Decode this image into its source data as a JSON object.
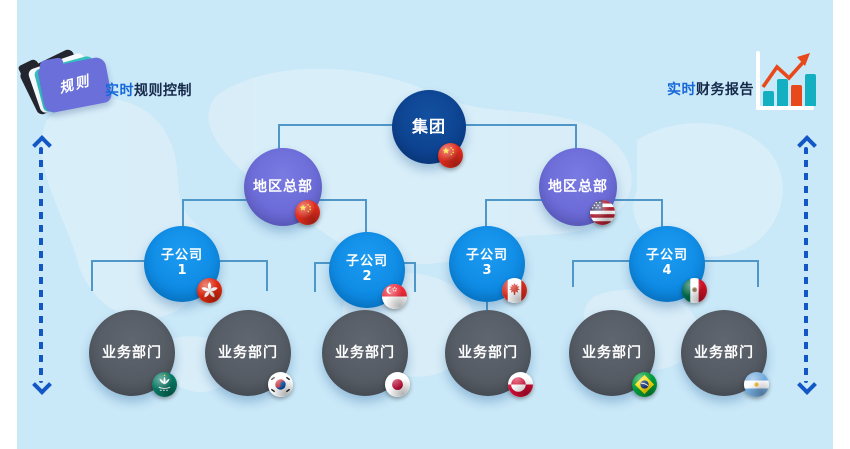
{
  "header": {
    "rules": {
      "folder_label": "规则",
      "highlight": "实时",
      "rest": "规则控制"
    },
    "report": {
      "highlight": "实时",
      "rest": "财务报告"
    }
  },
  "org": {
    "root": {
      "label": "集团",
      "flag": "china"
    },
    "regional_hqs": [
      {
        "label": "地区总部",
        "flag": "china"
      },
      {
        "label": "地区总部",
        "flag": "usa"
      }
    ],
    "subsidiaries": [
      {
        "label": "子公司",
        "num": "1",
        "flag": "hongkong"
      },
      {
        "label": "子公司",
        "num": "2",
        "flag": "singapore"
      },
      {
        "label": "子公司",
        "num": "3",
        "flag": "canada"
      },
      {
        "label": "子公司",
        "num": "4",
        "flag": "mexico"
      }
    ],
    "departments": [
      {
        "label": "业务部门",
        "flag": "macau"
      },
      {
        "label": "业务部门",
        "flag": "korea"
      },
      {
        "label": "业务部门",
        "flag": "japan"
      },
      {
        "label": "业务部门",
        "flag": "greenland"
      },
      {
        "label": "业务部门",
        "flag": "brazil"
      },
      {
        "label": "业务部门",
        "flag": "argentina"
      }
    ]
  },
  "colors": {
    "background": "#C9E8F8",
    "map_silhouette": "#DBEEF9",
    "root_node": "#0B3E8E",
    "regional_node": "#6A6FD9",
    "subsidiary_node": "#0B8DE9",
    "department_node": "#565C64",
    "connector_line": "#4E97C8",
    "dashed_arrow": "#1257C5",
    "accent_text": "#1668D9",
    "dark_text": "#16294B",
    "icon_teal": "#14AFC0",
    "icon_orange": "#E8491B",
    "folder_purple": "#6A6FD9",
    "folder_teal": "#35C3BE"
  }
}
